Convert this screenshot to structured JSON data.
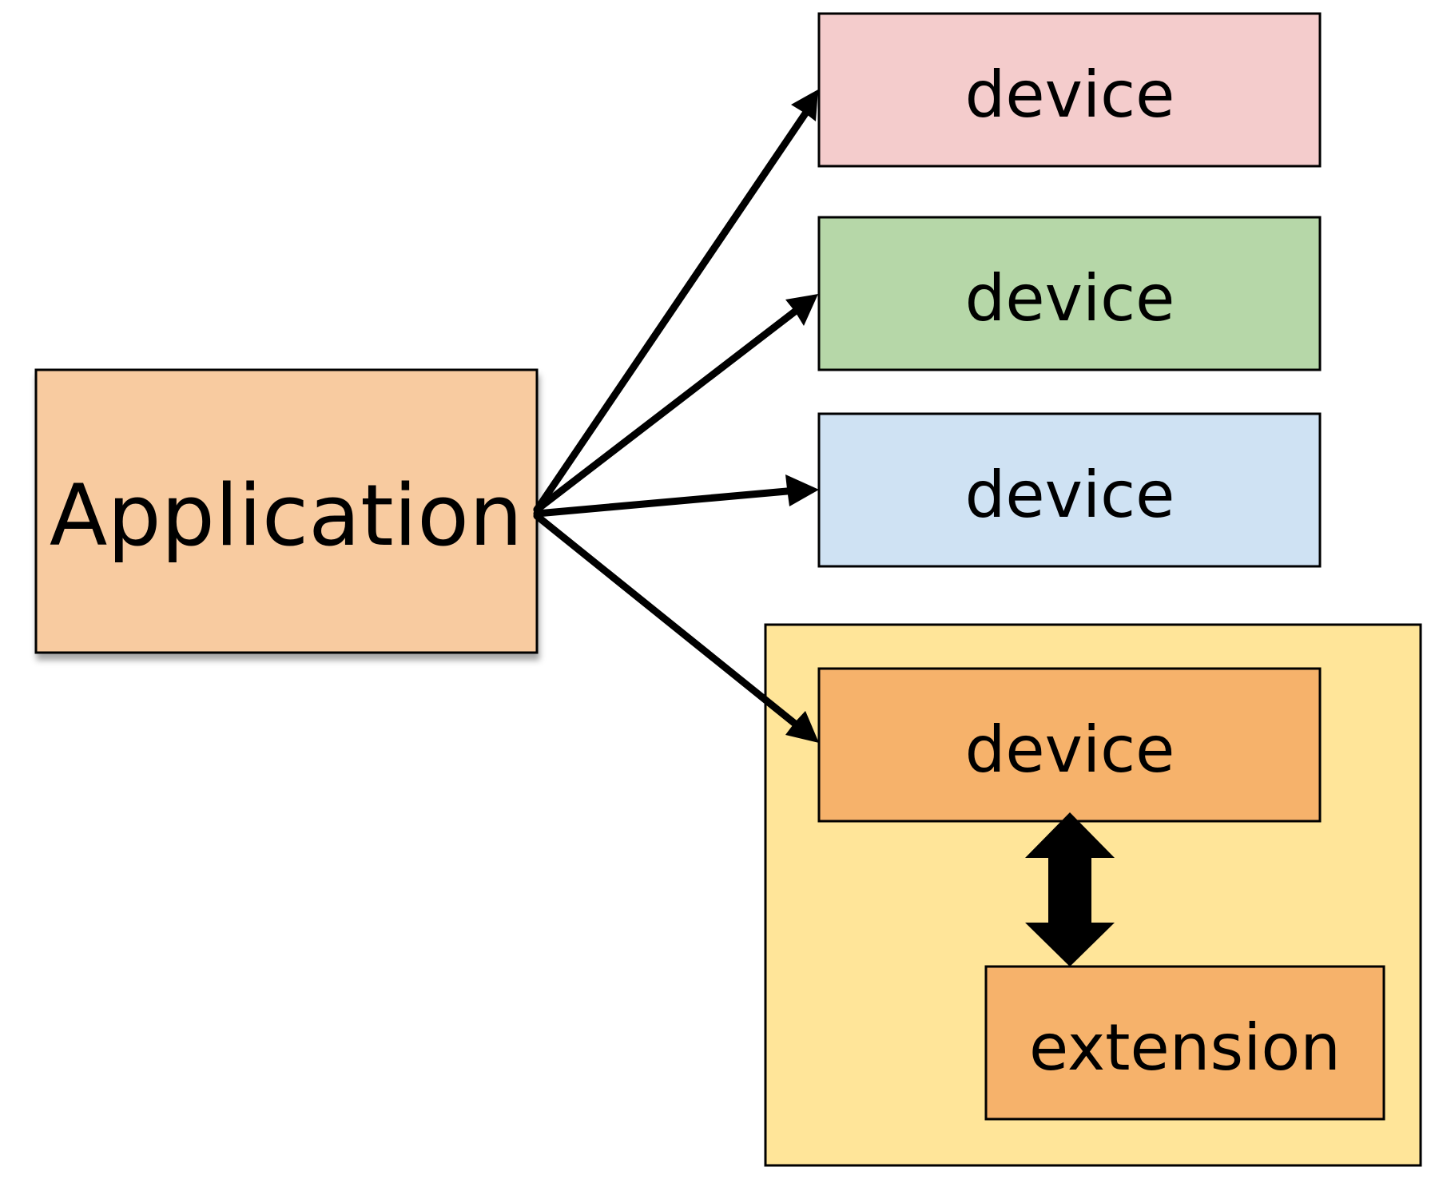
{
  "diagram": {
    "nodes": {
      "application": {
        "label": "Application",
        "fill": "#f8cba0"
      },
      "device_1": {
        "label": "device",
        "fill": "#f4cccc"
      },
      "device_2": {
        "label": "device",
        "fill": "#b6d7a8"
      },
      "device_3": {
        "label": "device",
        "fill": "#cfe2f3"
      },
      "device_4": {
        "label": "device",
        "fill": "#f6b26b"
      },
      "extension": {
        "label": "extension",
        "fill": "#f6b26b"
      }
    },
    "group": {
      "fill": "#ffe599"
    },
    "edges": [
      {
        "from": "application",
        "to": "device_1",
        "direction": "one-way"
      },
      {
        "from": "application",
        "to": "device_2",
        "direction": "one-way"
      },
      {
        "from": "application",
        "to": "device_3",
        "direction": "one-way"
      },
      {
        "from": "application",
        "to": "device_4",
        "direction": "one-way"
      },
      {
        "from": "device_4",
        "to": "extension",
        "direction": "two-way"
      }
    ],
    "stroke_color": "#000000"
  }
}
